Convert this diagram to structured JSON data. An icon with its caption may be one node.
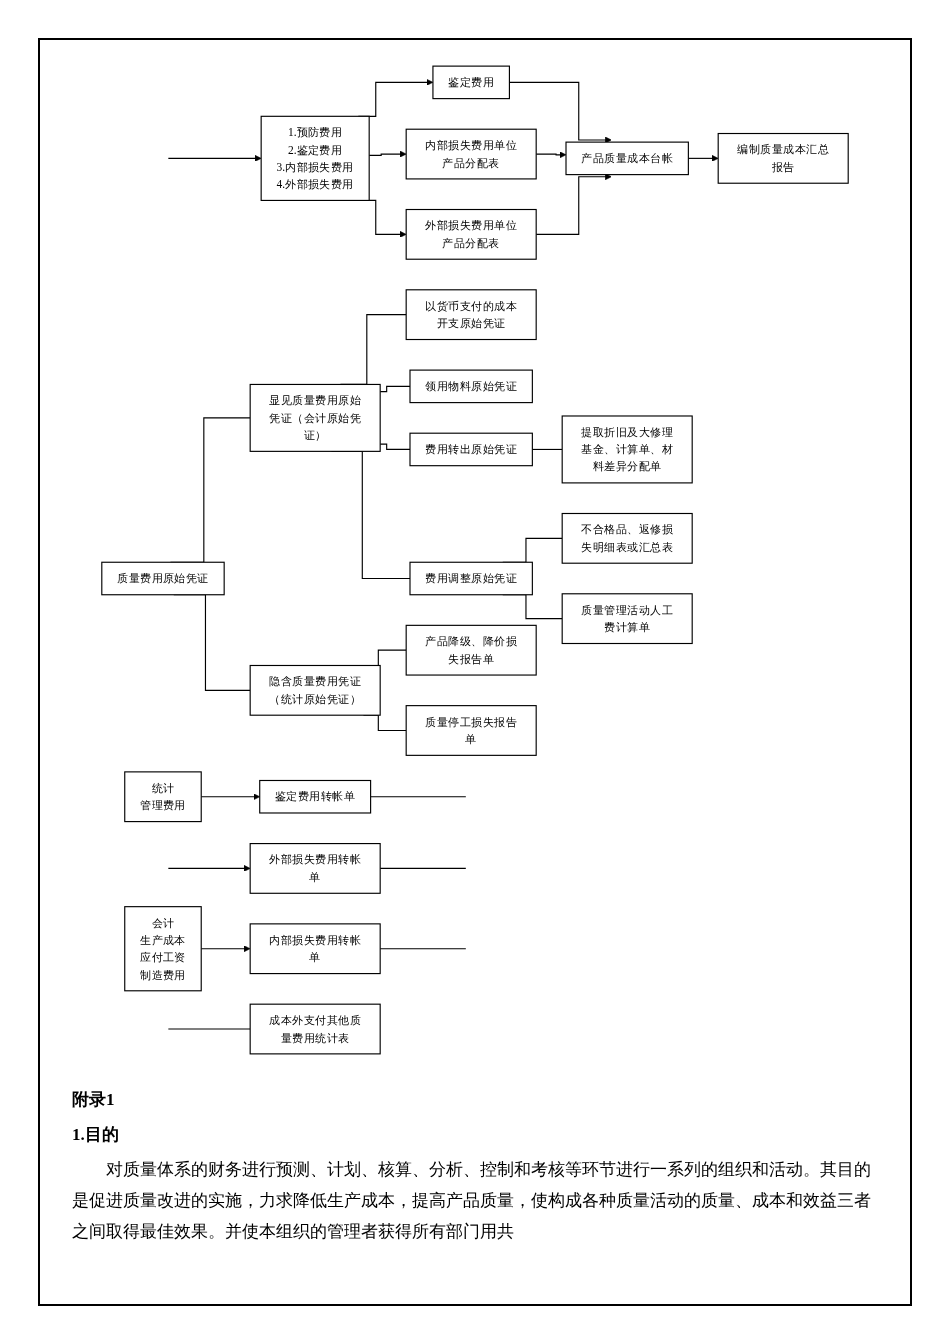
{
  "diagram": {
    "nodes": [
      {
        "text": [
          "统计",
          "管理费用"
        ]
      },
      {
        "text": [
          "会计",
          "生产成本",
          "应付工资",
          "制造费用"
        ]
      },
      {
        "text": [
          "鉴定费用转帐单"
        ]
      },
      {
        "text": [
          "外部损失费用转帐单"
        ]
      },
      {
        "text": [
          "内部损失费用转帐单"
        ]
      },
      {
        "text": [
          "1.预防费用",
          "2.鉴定费用",
          "3.内部损失费用",
          "4.外部损失费用"
        ]
      },
      {
        "text": [
          "鉴定费用"
        ]
      },
      {
        "text": [
          "内部损失费用单位产品分配表"
        ]
      },
      {
        "text": [
          "外部损失费用单位产品分配表"
        ]
      },
      {
        "text": [
          "产品质量成本台帐"
        ]
      },
      {
        "text": [
          "编制质量成本汇总报告"
        ]
      },
      {
        "text": [
          "质量费用原始凭证"
        ]
      },
      {
        "text": [
          "显见质量费用原始凭证（会计原始凭证）"
        ]
      },
      {
        "text": [
          "以货币支付的成本开支原始凭证"
        ]
      },
      {
        "text": [
          "领用物料原始凭证"
        ]
      },
      {
        "text": [
          "费用转出原始凭证"
        ]
      },
      {
        "text": [
          "提取折旧及大修理基金、计算单、材料差异分配单"
        ]
      },
      {
        "text": [
          "费用调整原始凭证"
        ]
      },
      {
        "text": [
          "不合格品、返修损失明细表或汇总表"
        ]
      },
      {
        "text": [
          "质量管理活动人工费计算单"
        ]
      },
      {
        "text": [
          "隐含质量费用凭证（统计原始凭证）"
        ]
      },
      {
        "text": [
          "产品降级、降价损失报告单"
        ]
      },
      {
        "text": [
          "质量停工损失报告单"
        ]
      },
      {
        "text": [
          "成本外支付其他质量费用统计表"
        ]
      }
    ],
    "edges": [
      {
        "from": 0,
        "to": 2,
        "arrow": "to"
      },
      {
        "from": null,
        "to": 3,
        "arrow": "to"
      },
      {
        "from": 1,
        "to": 4,
        "arrow": "to"
      },
      {
        "from": 2,
        "to": null,
        "arrow": "none"
      },
      {
        "from": 3,
        "to": null,
        "arrow": "none"
      },
      {
        "from": 4,
        "to": null,
        "arrow": "none"
      },
      {
        "from": null,
        "to": 5,
        "arrow": "to"
      },
      {
        "from": 5,
        "to": 6,
        "arrow": "to"
      },
      {
        "from": 5,
        "to": 7,
        "arrow": "to"
      },
      {
        "from": 5,
        "to": 8,
        "arrow": "to"
      },
      {
        "from": 6,
        "to": 9,
        "arrow": "to"
      },
      {
        "from": 7,
        "to": 9,
        "arrow": "to"
      },
      {
        "from": 8,
        "to": 9,
        "arrow": "to"
      },
      {
        "from": 9,
        "to": 10,
        "arrow": "to"
      },
      {
        "from": 11,
        "to": 12,
        "arrow": "none"
      },
      {
        "from": 11,
        "to": 20,
        "arrow": "none"
      },
      {
        "from": 12,
        "to": 13,
        "arrow": "none"
      },
      {
        "from": 12,
        "to": 14,
        "arrow": "none"
      },
      {
        "from": 12,
        "to": 15,
        "arrow": "none"
      },
      {
        "from": 12,
        "to": 17,
        "arrow": "none"
      },
      {
        "from": 15,
        "to": 16,
        "arrow": "none"
      },
      {
        "from": 17,
        "to": 18,
        "arrow": "none"
      },
      {
        "from": 17,
        "to": 19,
        "arrow": "none"
      },
      {
        "from": 20,
        "to": 21,
        "arrow": "none"
      },
      {
        "from": 20,
        "to": 22,
        "arrow": "none"
      },
      {
        "from": null,
        "to": 23,
        "arrow": "none"
      }
    ],
    "labels": [
      "附录1",
      "1.目的",
      "对质量体系的财务进行预测、计划、核算、分析、控制和考核等环节进行一系列的组织和活动。其目的是促进质量改进的实施，力求降低生产成本，提高产品质量，使构成各种质量活动的质量、成本和效益三者之间取得最佳效果。并使本组织的管理者获得所有部门用共"
    ]
  }
}
